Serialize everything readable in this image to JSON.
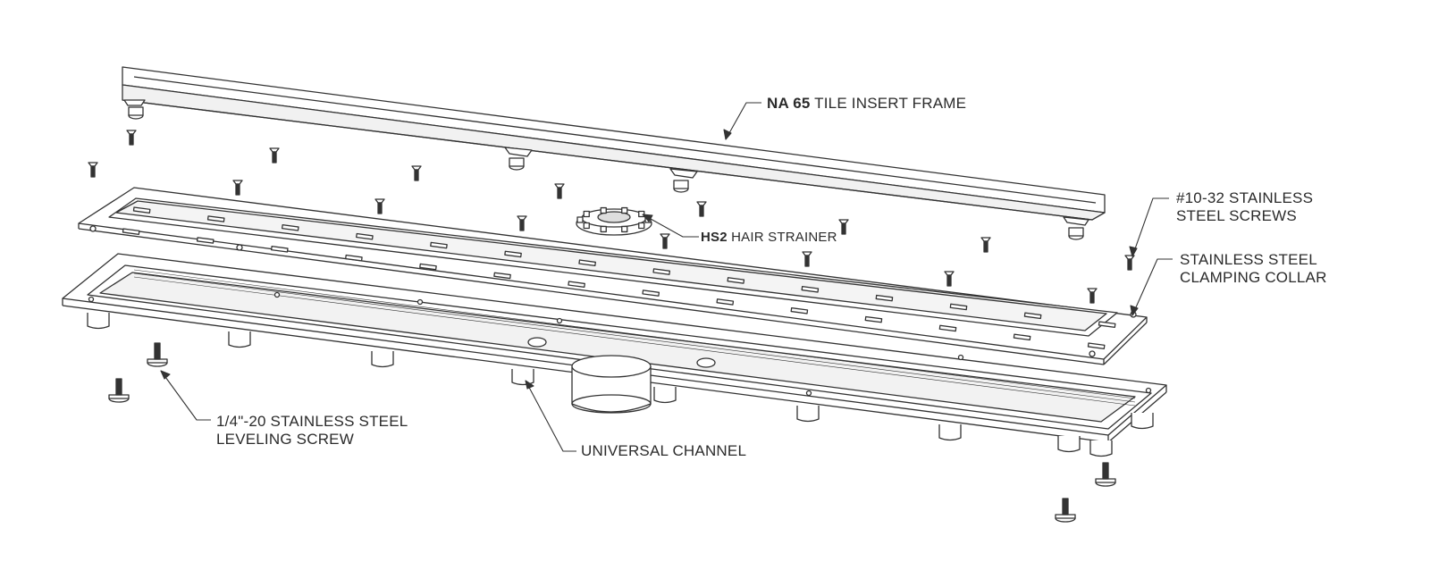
{
  "labels": {
    "frame": {
      "bold": "NA 65",
      "text": " TILE INSERT FRAME"
    },
    "screws": {
      "line1": "#10-32 STAINLESS",
      "line2": "STEEL SCREWS"
    },
    "strainer": {
      "bold": "HS2",
      "text": " HAIR STRAINER"
    },
    "collar": {
      "line1": "STAINLESS STEEL",
      "line2": "CLAMPING COLLAR"
    },
    "leveling": {
      "line1": "1/4\"-20 STAINLESS STEEL",
      "line2": "LEVELING SCREW"
    },
    "channel": {
      "text": "UNIVERSAL CHANNEL"
    }
  },
  "colors": {
    "line": "#333333",
    "text": "#2b2b2b",
    "fill": "#ffffff",
    "shade": "#e4e4e4"
  }
}
